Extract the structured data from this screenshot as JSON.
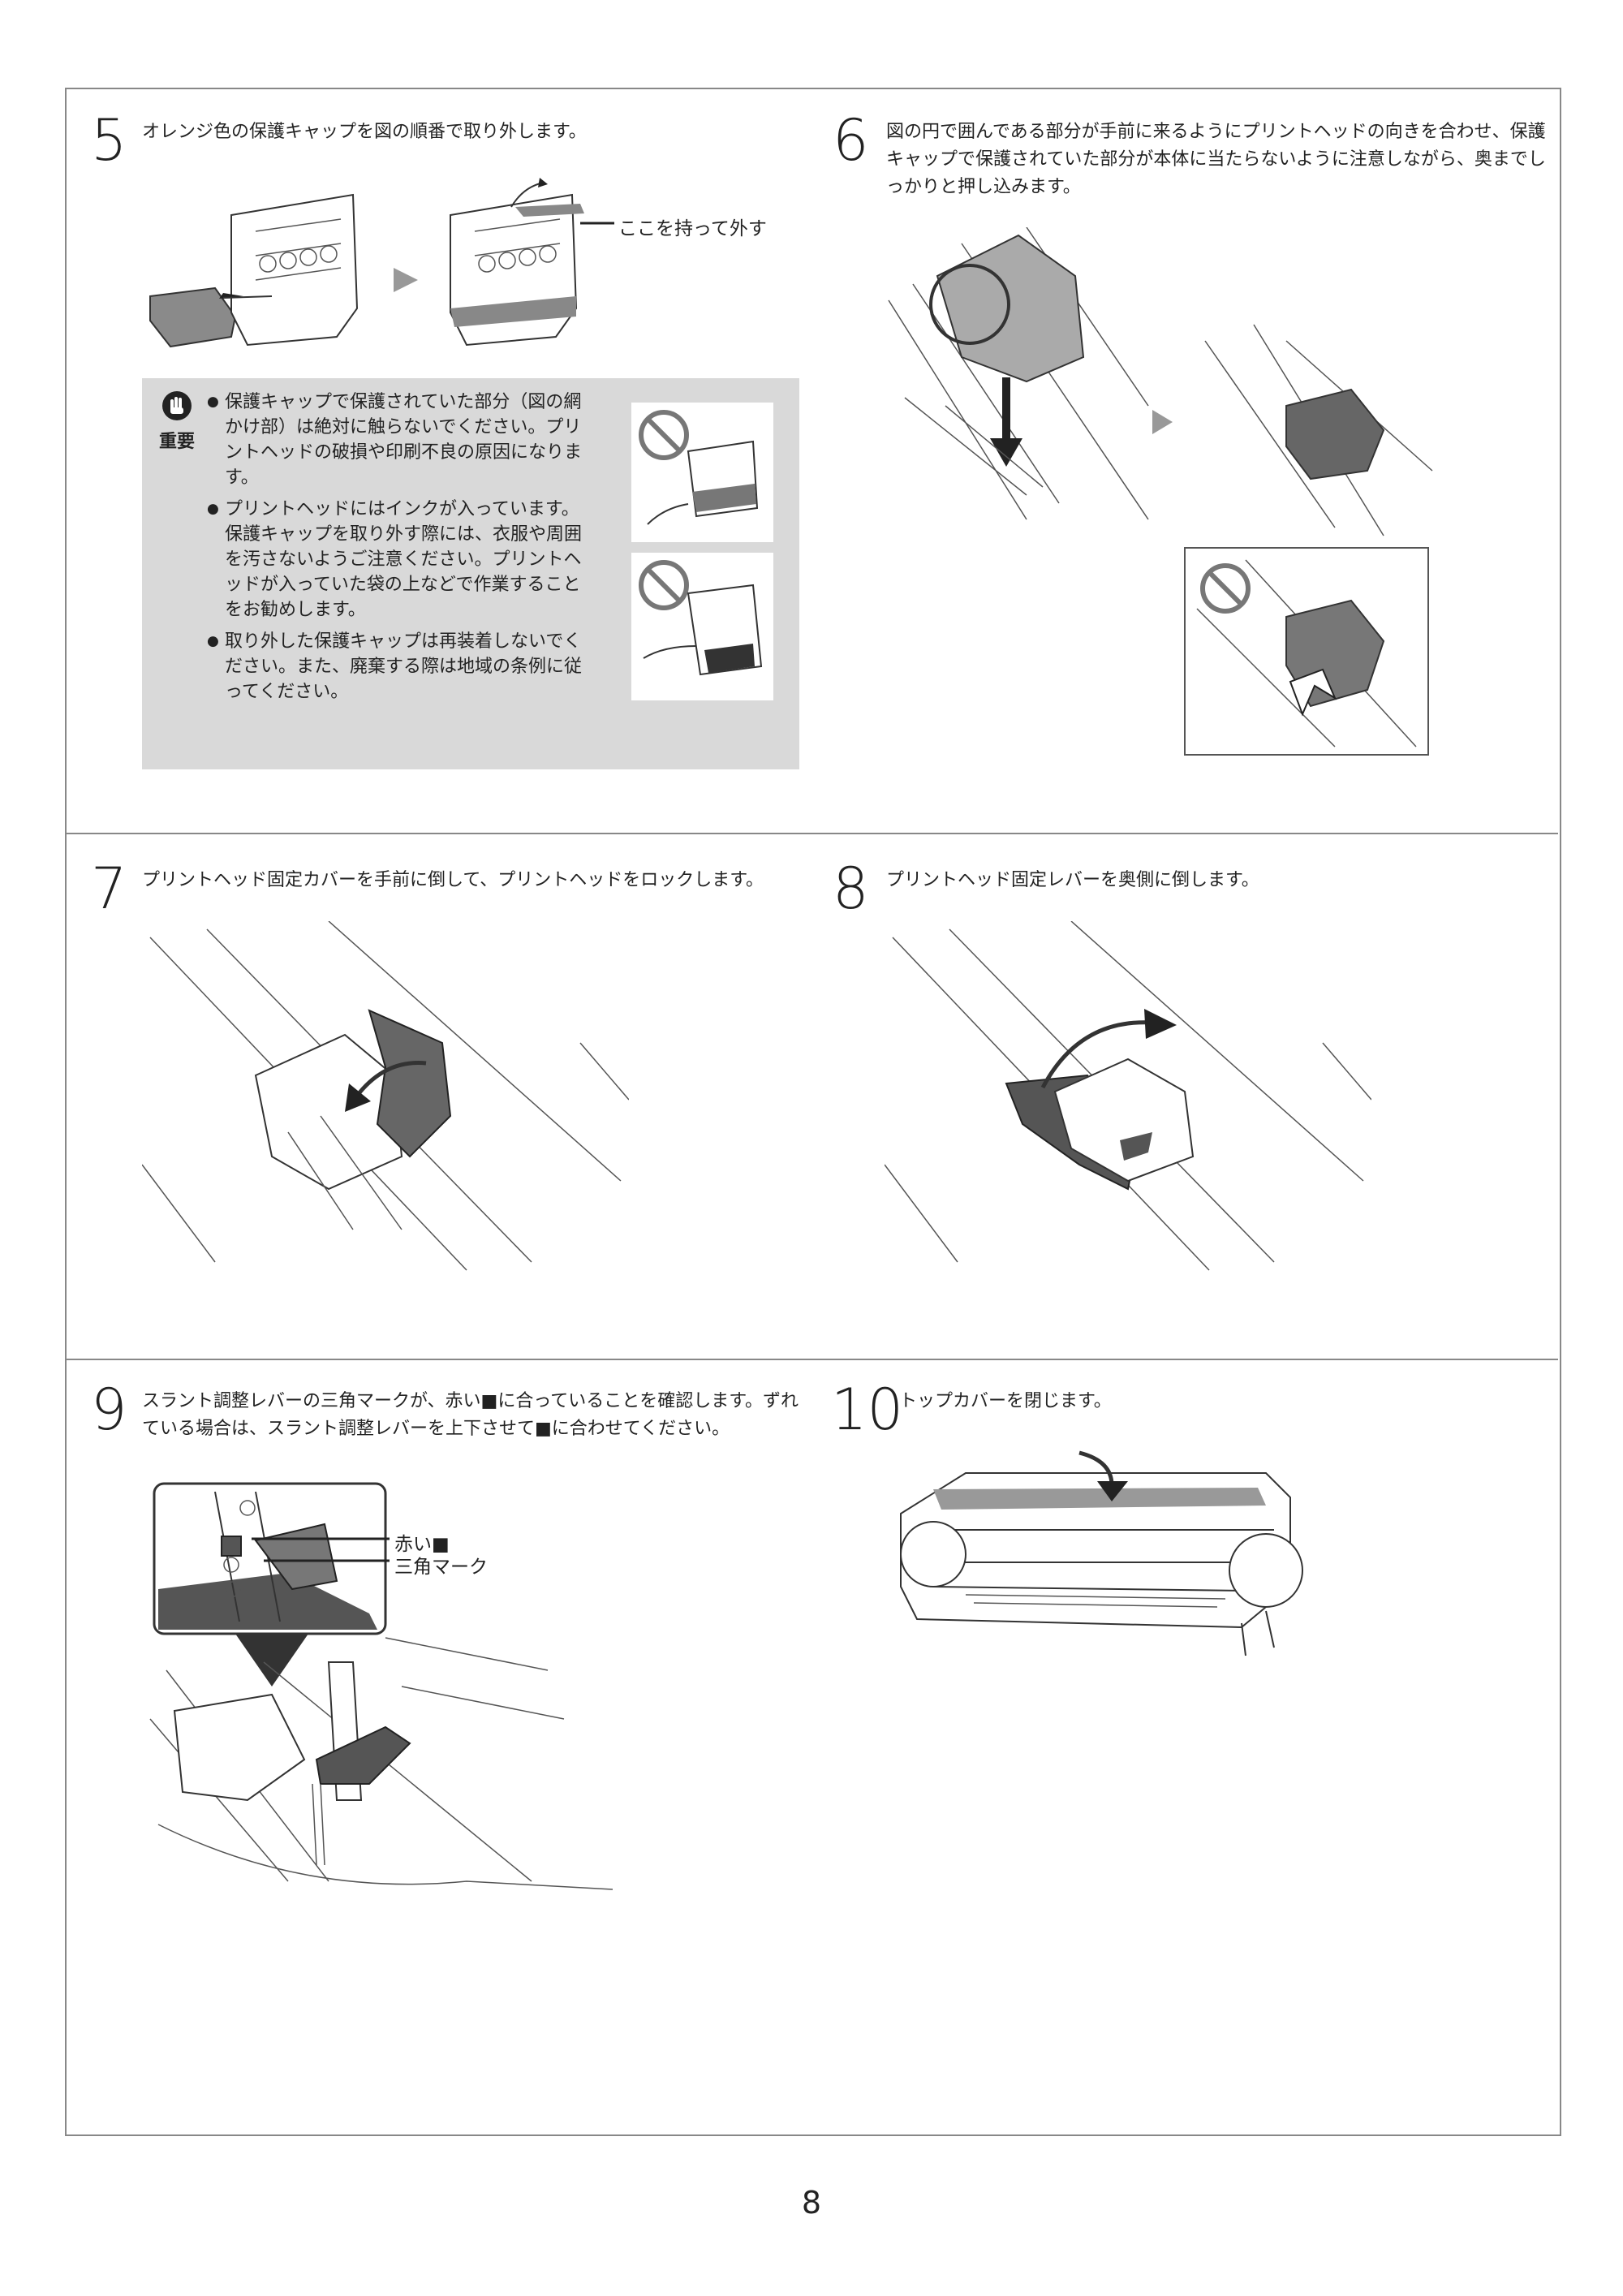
{
  "steps": [
    {
      "number": "5",
      "text": "オレンジ色の保護キャップを図の順番で取り外します。"
    },
    {
      "number": "6",
      "text": "図の円で囲んである部分が手前に来るようにプリントヘッドの向きを合わせ、保護キャップで保護されていた部分が本体に当たらないように注意しながら、奥までしっかりと押し込みます。"
    },
    {
      "number": "7",
      "text": "プリントヘッド固定カバーを手前に倒して、プリントヘッドをロックします。"
    },
    {
      "number": "8",
      "text": "プリントヘッド固定レバーを奥側に倒します。"
    },
    {
      "number": "9",
      "text": "スラント調整レバーの三角マークが、赤い■に合っていることを確認します。ずれている場合は、スラント調整レバーを上下させて■に合わせてください。"
    },
    {
      "number": "10",
      "text": "トップカバーを閉じます。"
    }
  ],
  "callouts": {
    "hold_here": "ここを持って外す",
    "red_mark": "赤い■",
    "triangle_mark": "三角マーク"
  },
  "important": {
    "label": "重要",
    "items": [
      "保護キャップで保護されていた部分（図の網かけ部）は絶対に触らないでください。プリントヘッドの破損や印刷不良の原因になります。",
      "プリントヘッドにはインクが入っています。保護キャップを取り外す際には、衣服や周囲を汚さないようご注意ください。プリントヘッドが入っていた袋の上などで作業することをお勧めします。",
      "取り外した保護キャップは再装着しないでください。また、廃棄する際は地域の条例に従ってください。"
    ]
  },
  "icons": [
    "hand-stop-icon",
    "prohibited-icon",
    "arrow-right-icon"
  ],
  "page_number": "8"
}
